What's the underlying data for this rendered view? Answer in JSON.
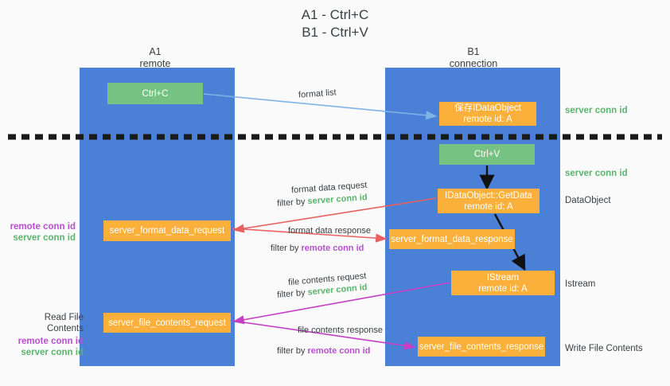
{
  "title": {
    "line1": "A1 - Ctrl+C",
    "line2": "B1 - Ctrl+V"
  },
  "columns": {
    "a1": {
      "name": "A1",
      "sub": "remote"
    },
    "b1": {
      "name": "B1",
      "sub": "connection"
    }
  },
  "boxes": {
    "ctrl_c": {
      "label": "Ctrl+C"
    },
    "save_idataobject": {
      "line1": "保存IDataObject",
      "line2": "remote id: A"
    },
    "ctrl_v": {
      "label": "Ctrl+V"
    },
    "getdata": {
      "line1": "IDataObject::GetData",
      "line2": "remote id: A"
    },
    "server_format_data_request": {
      "label": "server_format_data_request"
    },
    "server_format_data_response": {
      "label": "server_format_data_response"
    },
    "istream": {
      "line1": "IStream",
      "line2": "remote id: A"
    },
    "server_file_contents_request": {
      "label": "server_file_contents_request"
    },
    "server_file_contents_response": {
      "label": "server_file_contents_response"
    }
  },
  "right_labels": {
    "server_conn_id_1": "server conn id",
    "server_conn_id_2": "server conn id",
    "dataobject": "DataObject",
    "istream": "Istream",
    "write_file_contents": "Write File Contents"
  },
  "left_labels": {
    "remote_conn_id_1": "remote conn id",
    "server_conn_id_1": "server conn id",
    "read_file_contents": "Read File Contents",
    "remote_conn_id_2": "remote conn id",
    "server_conn_id_2": "server conn id"
  },
  "flows": {
    "format_list": "format list",
    "format_data_request": "format data request",
    "format_data_request_filter_prefix": "filter by ",
    "format_data_request_filter_value": "server conn id",
    "format_data_response": "format data response",
    "format_data_response_filter_prefix": "filter by ",
    "format_data_response_filter_value": "remote conn id",
    "file_contents_request": "file contents request",
    "file_contents_request_filter_prefix": "filter by ",
    "file_contents_request_filter_value": "server conn id",
    "file_contents_response": "file contents response",
    "file_contents_response_filter_prefix": "filter by ",
    "file_contents_response_filter_value": "remote conn id"
  },
  "colors": {
    "panel_blue": "#4a81d6",
    "box_green": "#76c283",
    "box_orange": "#fbb03b",
    "green_text": "#5ab46b",
    "purple_text": "#b84fd0",
    "arrow_blue": "#7fb2e5",
    "arrow_red": "#e8615f",
    "arrow_magenta": "#c43fc4",
    "arrow_black": "#111111",
    "background": "#fafafa"
  }
}
